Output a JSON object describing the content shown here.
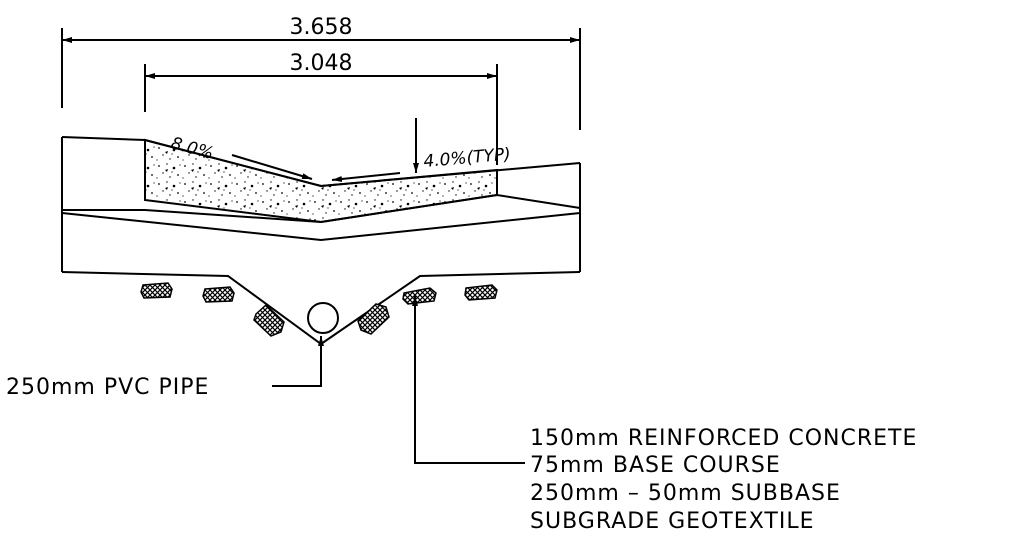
{
  "dimensions": {
    "overall_width": "3.658",
    "inner_width": "3.048"
  },
  "slopes": {
    "left": "8.0%",
    "right": "4.0%(TYP)"
  },
  "pipe_label": "250mm PVC PIPE",
  "layers": [
    "150mm REINFORCED CONCRETE",
    "75mm BASE COURSE",
    "250mm – 50mm SUBBASE",
    "SUBGRADE GEOTEXTILE"
  ]
}
